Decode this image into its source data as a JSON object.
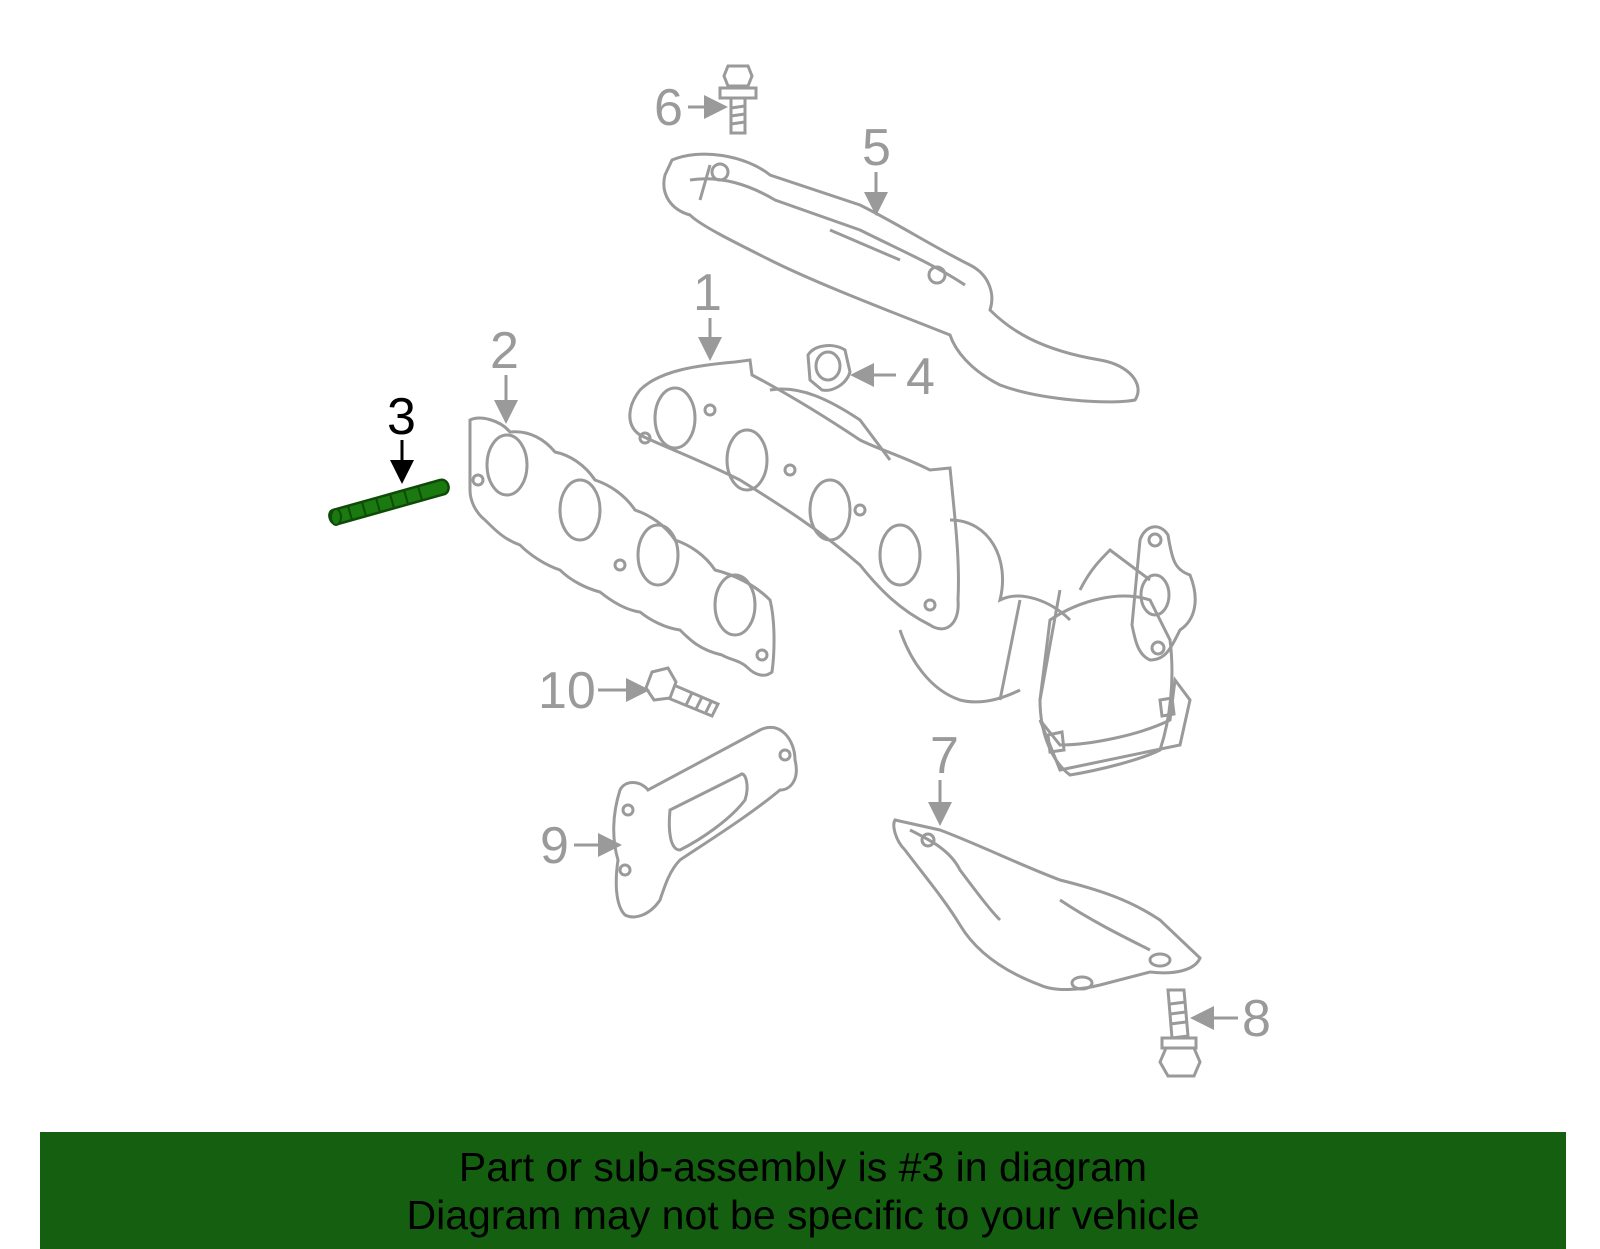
{
  "diagram": {
    "callouts": {
      "c1": "1",
      "c2": "2",
      "c3": "3",
      "c4": "4",
      "c5": "5",
      "c6": "6",
      "c7": "7",
      "c8": "8",
      "c9": "9",
      "c10": "10"
    },
    "highlighted_part": "3",
    "colors": {
      "line": "#9a9a9a",
      "highlight_part": "#1a7a10",
      "highlight_label": "#000000",
      "banner": "#146010"
    }
  },
  "banner": {
    "line1": "Part or sub-assembly is #3 in diagram",
    "line2": "Diagram may not be specific to your vehicle"
  }
}
